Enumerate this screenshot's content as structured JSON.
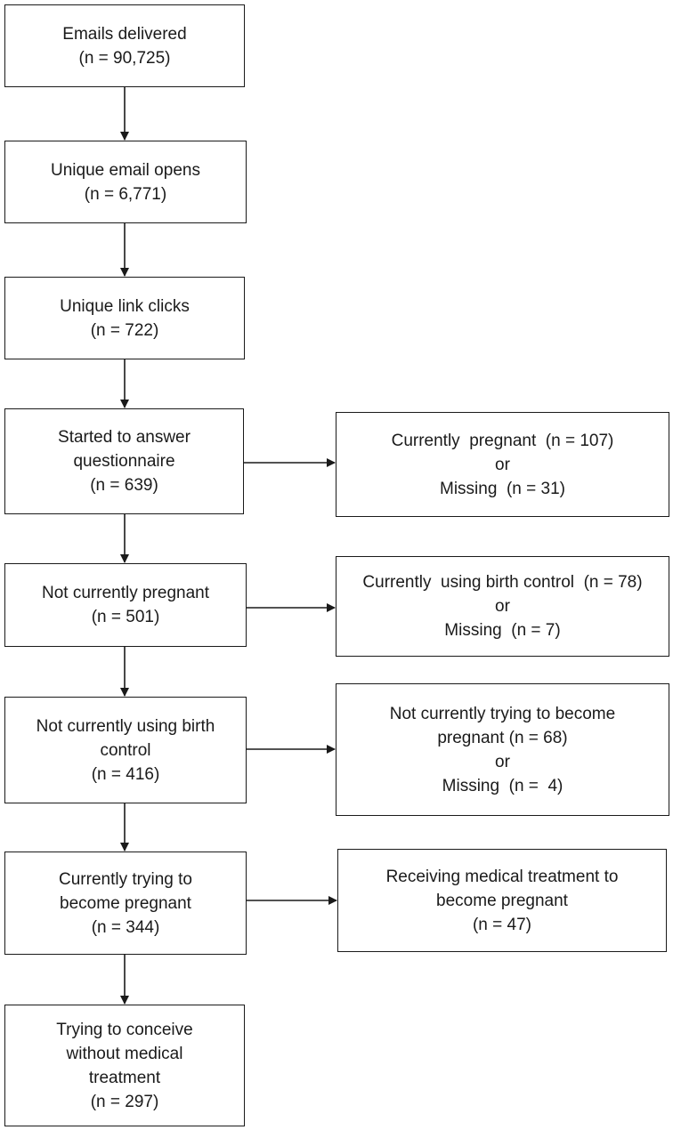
{
  "flow": [
    {
      "id": "emails-delivered",
      "lines": [
        "Emails delivered",
        "(n = 90,725)"
      ]
    },
    {
      "id": "unique-email-opens",
      "lines": [
        "Unique email opens",
        "(n = 6,771)"
      ]
    },
    {
      "id": "unique-link-clicks",
      "lines": [
        "Unique link clicks",
        "(n = 722)"
      ]
    },
    {
      "id": "started-questionnaire",
      "lines": [
        "Started to answer",
        "questionnaire",
        "(n = 639)"
      ]
    },
    {
      "id": "not-currently-pregnant",
      "lines": [
        "Not currently pregnant",
        "(n = 501)"
      ]
    },
    {
      "id": "not-using-birth-control",
      "lines": [
        "Not currently using birth",
        "control",
        "(n = 416)"
      ]
    },
    {
      "id": "trying-to-become-pregnant",
      "lines": [
        "Currently trying to",
        "become pregnant",
        "(n = 344)"
      ]
    },
    {
      "id": "trying-without-treatment",
      "lines": [
        "Trying to conceive",
        "without medical",
        "treatment",
        "(n = 297)"
      ]
    }
  ],
  "exclusions": [
    {
      "id": "excluded-pregnant",
      "lines": [
        "Currently  pregnant  (n = 107)",
        "or",
        "Missing  (n = 31)"
      ]
    },
    {
      "id": "excluded-birth-control",
      "lines": [
        "Currently  using birth control  (n = 78)",
        "or",
        "Missing  (n = 7)"
      ]
    },
    {
      "id": "excluded-not-trying",
      "lines": [
        "Not currently trying to become",
        "pregnant (n = 68)",
        "or",
        "Missing  (n =  4)"
      ]
    },
    {
      "id": "excluded-medical-treatment",
      "lines": [
        "Receiving medical treatment to",
        "become pregnant",
        "(n = 47)"
      ]
    }
  ]
}
